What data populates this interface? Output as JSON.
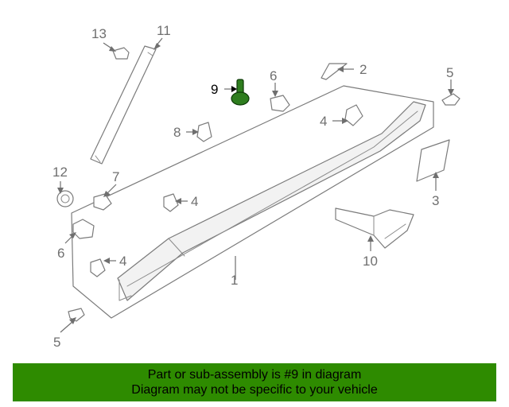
{
  "callouts": {
    "c1": "1",
    "c2": "2",
    "c3": "3",
    "c4a": "4",
    "c4b": "4",
    "c4c": "4",
    "c5a": "5",
    "c5b": "5",
    "c6a": "6",
    "c6b": "6",
    "c7": "7",
    "c8": "8",
    "c9": "9",
    "c10": "10",
    "c11": "11",
    "c12": "12",
    "c13": "13"
  },
  "highlight": {
    "color": "#2e7d1e"
  },
  "footer": {
    "background": "#2e8b00",
    "line1": "Part or sub-assembly is #9 in diagram",
    "line2": "Diagram may not be specific to your vehicle"
  }
}
